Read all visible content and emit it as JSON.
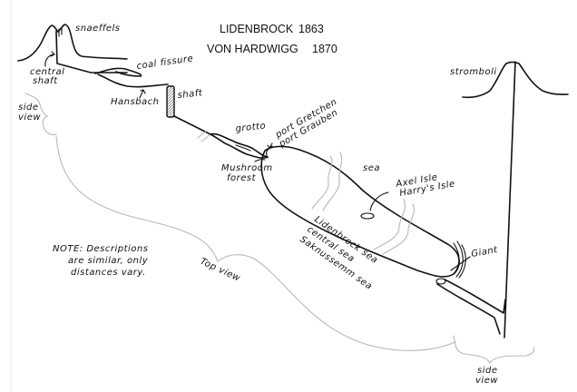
{
  "header": {
    "row1_name": "LIDENBROCK",
    "row1_year": "1863",
    "row2_name": "VON HARDWIGG",
    "row2_year": "1870"
  },
  "labels": {
    "snaefells": "snaeffels",
    "central_shaft_1": "central",
    "central_shaft_2": "shaft",
    "coal_fissure": "coal fissure",
    "hansbach": "Hansbach",
    "shaft": "shaft",
    "side_view_left_1": "side",
    "side_view_left_2": "view",
    "grotto": "grotto",
    "port_1": "port Gretchen",
    "port_2": "port Grauben",
    "mushroom_1": "Mushroom",
    "mushroom_2": "forest",
    "sea": "sea",
    "isle_1": "Axel Isle",
    "isle_2": "Harry's Isle",
    "sea_name_1": "Lidenbrock sea",
    "sea_name_2": "central sea",
    "sea_name_3": "Saknussemm sea",
    "giant": "Giant",
    "stromboli": "stromboli",
    "top_view": "Top view",
    "side_view_right_1": "side",
    "side_view_right_2": "view"
  },
  "note": {
    "line1": "NOTE: Descriptions",
    "line2": "are similar, only",
    "line3": "distances vary."
  }
}
